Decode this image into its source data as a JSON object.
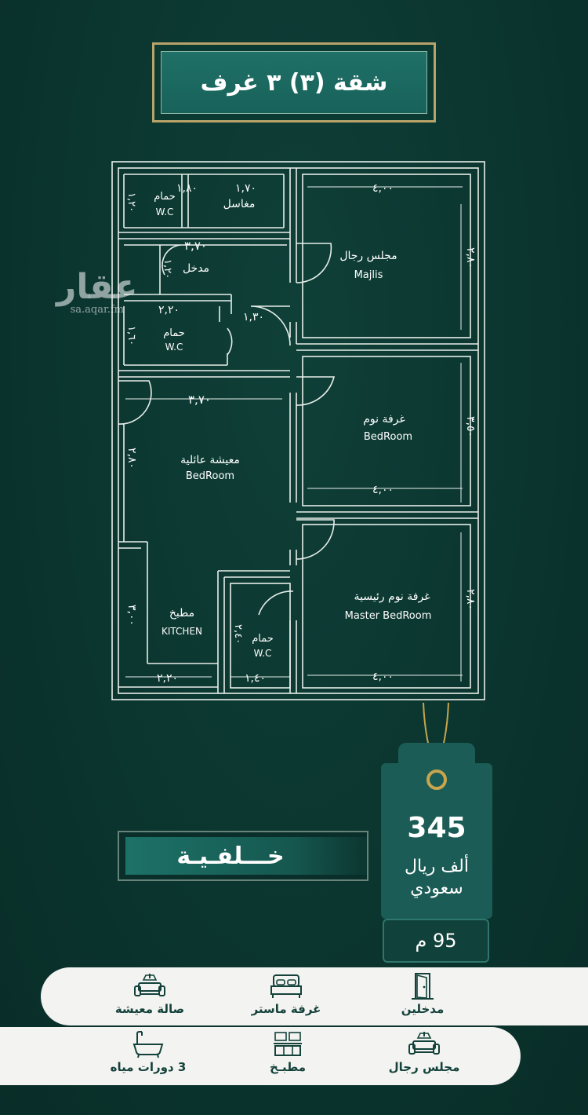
{
  "title": "شقة (٣)  ٣ غرف",
  "watermark": {
    "logo": "عقار",
    "url": "sa.aqar.fm"
  },
  "plan": {
    "rooms": {
      "majlis_ar": "مجلس رجال",
      "majlis_en": "Majlis",
      "bedroom_ar": "غرفة نوم",
      "bedroom_en": "BedRoom",
      "living_ar": "معيشة عائلية",
      "living_en": "BedRoom",
      "master_ar": "غرفة نوم رئيسية",
      "master_en": "Master BedRoom",
      "kitchen_ar": "مطبخ",
      "kitchen_en": "KITCHEN",
      "wc_ar": "حمام",
      "wc_en": "W.C",
      "sinks_ar": "مغاسل",
      "entry_ar": "مدخل"
    },
    "dims": {
      "d180": "١,٨٠",
      "d170": "١,٧٠",
      "d400": "٤,٠٠",
      "d370": "٣,٧٠",
      "d130": "١,٣٠",
      "d220": "٢,٢٠",
      "d280": "٢,٨٠",
      "d350": "٣,٥٠",
      "d300": "٣,٠٠",
      "d140": "١,٤٠",
      "d120": "١,٢٠",
      "d160": "١,٦٠",
      "d240": "٢,٤٠"
    }
  },
  "price": {
    "value": "345",
    "unit_line1": "ألف ريال",
    "unit_line2": "سعودي"
  },
  "area": "95 م",
  "orientation": "خـــلفـيـة",
  "features": [
    {
      "label": "مدخلين",
      "icon": "door-icon"
    },
    {
      "label": "غرفة ماستر",
      "icon": "bed-icon"
    },
    {
      "label": "صالة معيشة",
      "icon": "sofa-icon"
    },
    {
      "label": "مجلس رجال",
      "icon": "majlis-sofa-icon"
    },
    {
      "label": "مطبـخ",
      "icon": "kitchen-icon"
    },
    {
      "label": "3 دورات مياه",
      "icon": "bathtub-icon"
    }
  ],
  "colors": {
    "background": "#0c3a33",
    "accent_gold": "#c9a54d",
    "plaque": "#1f7067",
    "bar": "#f3f3f1"
  }
}
